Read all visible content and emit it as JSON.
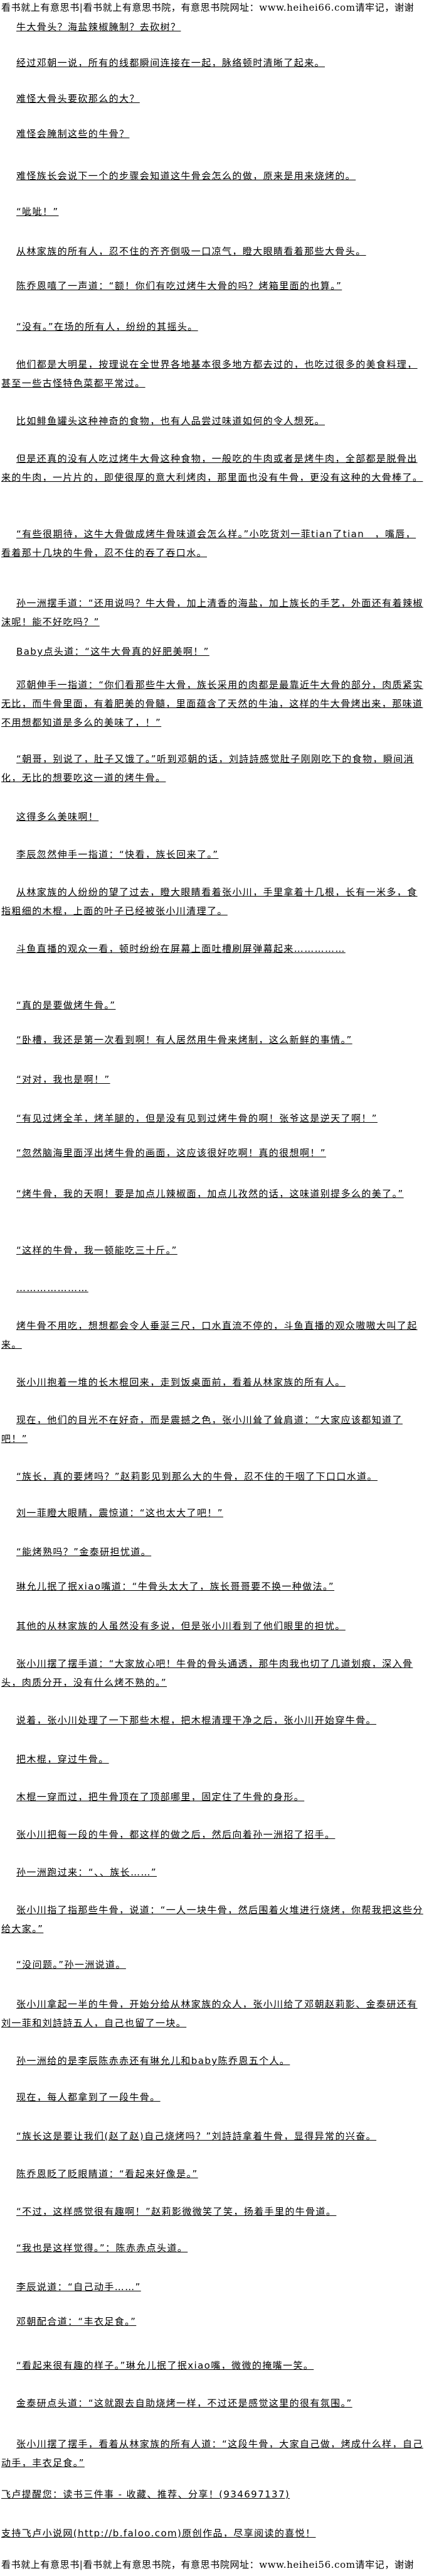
{
  "header_banner": "看书就上有意思书|看书就上有意思书院，有意思书院网址：www.heihei66.com请牢记，谢谢",
  "footer_banner": "看书就上有意思书|看书就上有意思书院，有意思书院网址：www.heihei56.com请牢记，谢谢",
  "paragraphs": [
    "牛大骨头？海盐辣椒腌制？去砍树？",
    "经过邓朝一说，所有的线都瞬间连接在一起，脉络顿时清晰了起来。",
    "难怪大骨头要砍那么的大？",
    "难怪会腌制这些的牛骨？",
    "难怪族长会说下一个的步骤会知道这牛骨会怎么的做，原来是用来烧烤的。",
    "“呲呲！”",
    "从林家族的所有人，忍不住的齐齐倒吸一口凉气，瞪大眼睛看着那些大骨头。",
    "陈乔恩嘻了一声道：“额！你们有吃过烤牛大骨的吗？烤箱里面的也算。”",
    "“没有。”在场的所有人，纷纷的其摇头。",
    "他们都是大明星，按理说在全世界各地基本很多地方都去过的，也吃过很多的美食料理，甚至一些古怪特色菜都平常过。",
    "比如鲱鱼罐头这种神奇的食物，也有人品尝过味道如何的令人想死。",
    "但是还真的没有人吃过烤牛大骨这种食物，一般吃的牛肉或者是烤牛肉，全部都是脱骨出来的牛肉，一片片的，即使很厚的意大利烤肉，那里面也没有牛骨，更没有这种的大骨棒了。",
    "“有些很期待，这牛大骨做成烤牛骨味道会怎么样。”小吃货刘一菲tian了tian　，嘴唇，看着那十几块的牛骨，忍不住的吞了吞口水。",
    "孙一洲摆手道：“还用说吗？牛大骨，加上清香的海盐，加上族长的手艺，外面还有着辣椒沫呢！能不好吃吗？”",
    "Baby点头道：“这牛大骨真的好肥美啊！”",
    "邓朝伸手一指道：“你们看那些牛大骨，族长采用的肉都是最靠近牛大骨的部分，肉质紧实无比，而牛骨里面，有着肥美的骨髓，里面蕴含了天然的牛油，这样的牛大骨烤出来，那味道不用想都知道是多么的美味了，！”",
    "“朝哥，别说了，肚子又饿了。”听到邓朝的话，刘詩詩感觉肚子刚刚吃下的食物，瞬间消化，无比的想要吃这一道的烤牛骨。",
    "这得多么美味啊！",
    "李辰忽然伸手一指道：“快看，族长回来了。”",
    "从林家族的人纷纷的望了过去，瞪大眼睛看着张小川，手里拿着十几根，长有一米多，食指粗细的木棍，上面的叶子已经被张小川清理了。",
    "斗鱼直播的观众一看，顿时纷纷在屏幕上面吐槽刷屏弹幕起来……………",
    "“真的是要做烤牛骨。”",
    "“卧槽，我还是第一次看到啊！有人居然用牛骨来烤制，这么新鲜的事情。”",
    "“对对，我也是啊！”",
    "“有见过烤全羊，烤羊腿的，但是没有见到过烤牛骨的啊！张爷这是逆天了啊！”",
    "“忽然脑海里面浮出烤牛骨的画面，这应该很好吃啊！真的很想啊！”",
    "“烤牛骨，我的天啊！要是加点儿辣椒面，加点儿孜然的话，这味道别提多么的美了。”",
    "“这样的牛骨，我一顿能吃三十斤。”",
    "…………………",
    "烤牛骨不用吃，想想都会令人垂涎三尺，口水直流不停的，斗鱼直播的观众嗷嗷大叫了起来。",
    "张小川抱着一堆的长木棍回来，走到饭桌面前，看着从林家族的所有人。",
    "现在，他们的目光不在好奇，而是震撼之色，张小川耸了耸肩道：“大家应该都知道了吧！”",
    "“族长，真的要烤吗？”赵莉影见到那么大的牛骨，忍不住的干咽了下口口水道。",
    "刘一菲瞪大眼睛，震惊道：“这也太大了吧！”",
    "“能烤熟吗？”金泰研担忧道。",
    "琳允儿抿了抿xiao嘴道：“牛骨头太大了，族长哥哥要不换一种做法。”",
    "其他的从林家族的人虽然没有多说，但是张小川看到了他们眼里的担忧。",
    "张小川摆了摆手道：“大家放心吧！牛骨的骨头通透，那牛肉我也切了几道划痕，深入骨头，肉质分开，没有什么烤不熟的。”",
    "说着，张小川处理了一下那些木棍，把木棍清理干净之后，张小川开始穿牛骨。",
    "把木棍，穿过牛骨。",
    "木棍一穿而过，把牛骨顶在了顶部哪里，固定住了牛骨的身形。",
    "张小川把每一段的牛骨，都这样的做之后，然后向着孙一洲招了招手。",
    "孙一洲跑过来：“、、族长……”",
    "张小川指了指那些牛骨，说道：“一人一块牛骨，然后围着火堆进行烧烤，你帮我把这些分给大家。”",
    "“没问题。”孙一洲说道。",
    "张小川拿起一半的牛骨，开始分给从林家族的众人，张小川给了邓朝赵莉影、金泰研还有刘一菲和刘詩詩五人，自己也留了一块。",
    "孙一洲给的是李辰陈赤赤还有琳允儿和baby陈乔恩五个人。",
    "现在，每人都拿到了一段牛骨。",
    "“族长这是要让我们(赵了赵)自己烧烤吗？”刘詩詩拿着牛骨，显得异常的兴奋。",
    "陈乔恩眨了眨眼睛道：“看起来好像是。”",
    "“不过，这样感觉很有趣啊！”赵莉影微微笑了笑，扬着手里的牛骨道。",
    "“我也是这样觉得。”：陈赤赤点头道。",
    "李辰说道：“自己动手……”",
    "邓朝配合道：“丰衣足食。”",
    "“看起来很有趣的样子。”琳允儿抿了抿xiao嘴，微微的掩嘴一笑。",
    "金泰研点头道：“这就跟去自助烧烤一样，不过还是感觉这里的很有氛围。”",
    "张小川摆了摆手，看着从林家族的所有人道：“这段牛骨，大家自己做，烤成什么样，自己动手，丰衣足食。”",
    "飞卢提醒您：读书三件事 - 收藏、推荐、分享！(934697137)",
    "支持飞卢小说网(http://b.faloo.com)原创作品，尽享阅读的喜悦！"
  ]
}
